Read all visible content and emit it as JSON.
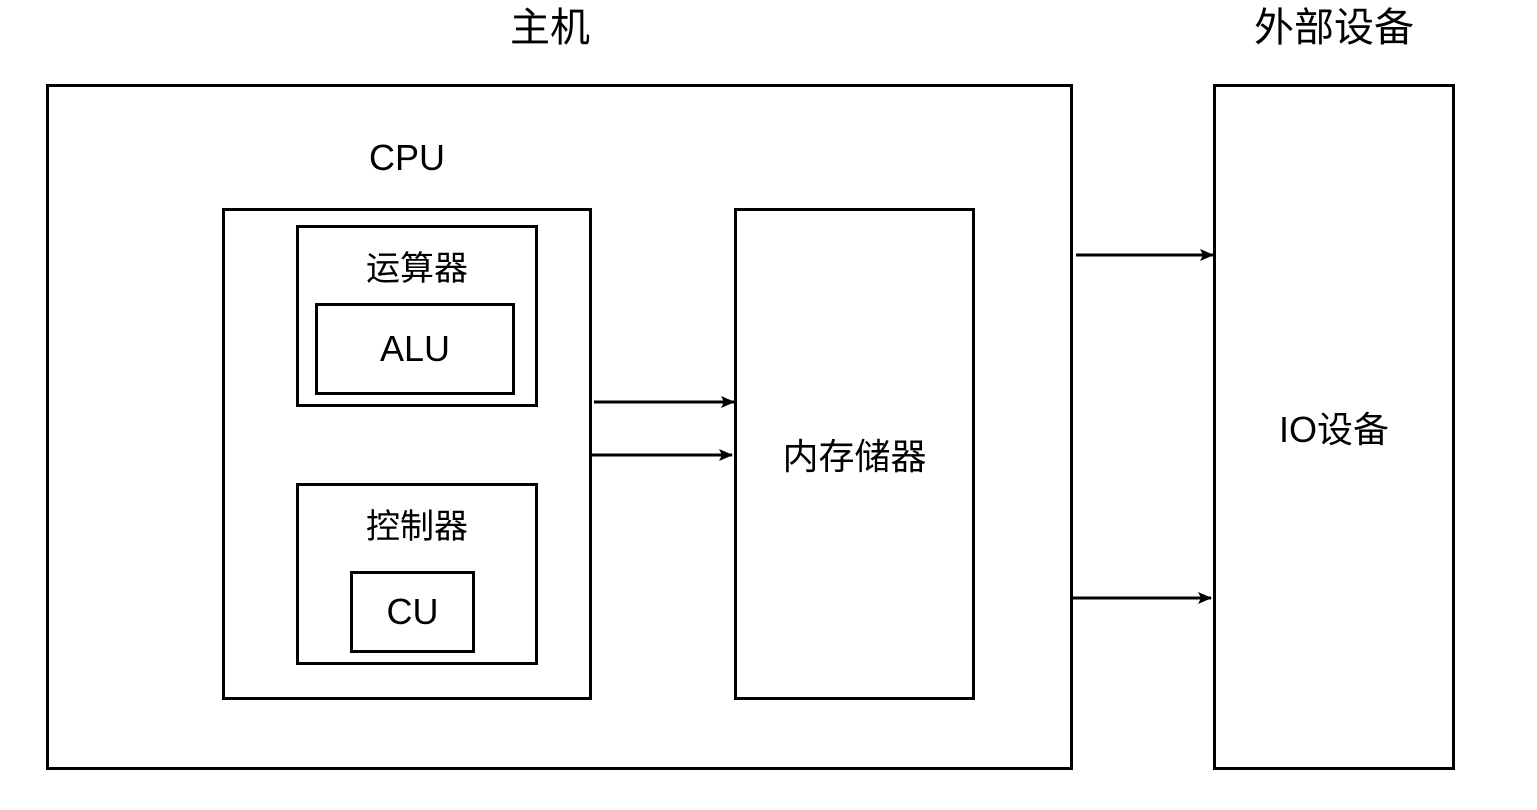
{
  "diagram": {
    "title_host": "主机",
    "title_peripheral": "外部设备",
    "background_color": "#ffffff",
    "stroke_color": "#000000"
  },
  "host": {
    "label": "主机",
    "cpu": {
      "label": "CPU",
      "arithmetic_unit": {
        "label": "运算器",
        "inner": {
          "label": "ALU"
        }
      },
      "control_unit": {
        "label": "控制器",
        "inner": {
          "label": "CU"
        }
      }
    },
    "memory": {
      "label": "内存储器"
    }
  },
  "peripheral": {
    "label": "外部设备",
    "io_device": {
      "label": "IO设备"
    }
  },
  "connections": [
    {
      "name": "memory-to-cpu",
      "from": "内存储器",
      "to": "CPU",
      "direction": "left",
      "label": ""
    },
    {
      "name": "cpu-to-memory",
      "from": "CPU",
      "to": "内存储器",
      "direction": "right",
      "label": ""
    },
    {
      "name": "io-to-host",
      "from": "IO设备",
      "to": "主机",
      "direction": "left",
      "label": ""
    },
    {
      "name": "host-to-io",
      "from": "主机",
      "to": "IO设备",
      "direction": "right",
      "label": ""
    }
  ]
}
